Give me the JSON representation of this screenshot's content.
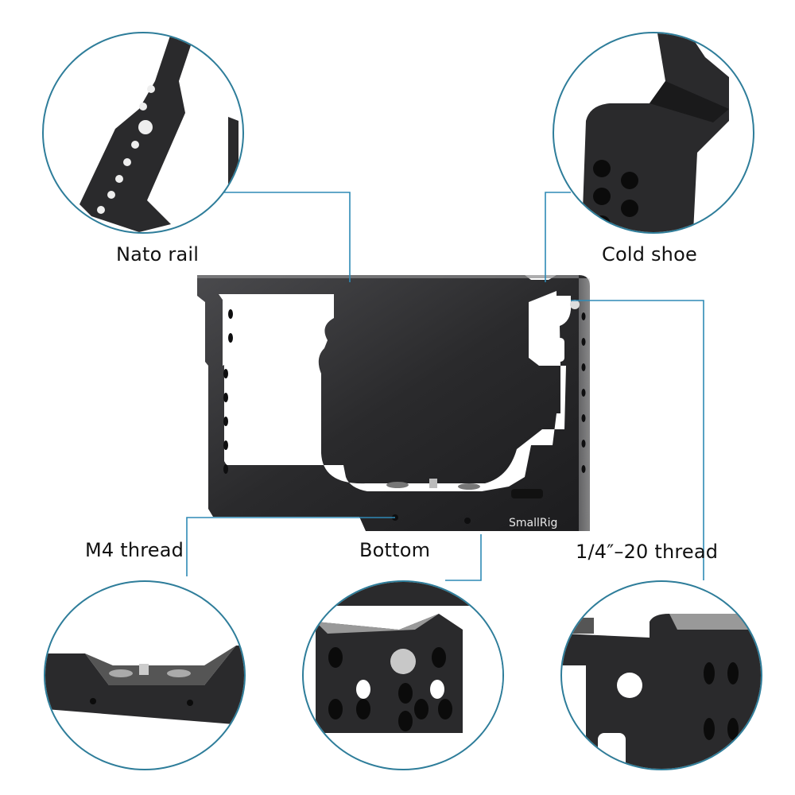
{
  "figure": {
    "brand_mark": "SmallRig",
    "subject": "camera cage",
    "accent_color": "#2f8ab5",
    "metal_color": "#2b2b2d"
  },
  "callouts": [
    {
      "id": "nato-rail",
      "label": "Nato rail",
      "position": "top-left"
    },
    {
      "id": "cold-shoe",
      "label": "Cold shoe",
      "position": "top-right"
    },
    {
      "id": "m4-thread",
      "label": "M4 thread",
      "position": "bottom-left"
    },
    {
      "id": "bottom",
      "label": "Bottom",
      "position": "bottom-center"
    },
    {
      "id": "quarter-20-thread",
      "label": "1/4″–20 thread",
      "position": "bottom-right"
    }
  ]
}
